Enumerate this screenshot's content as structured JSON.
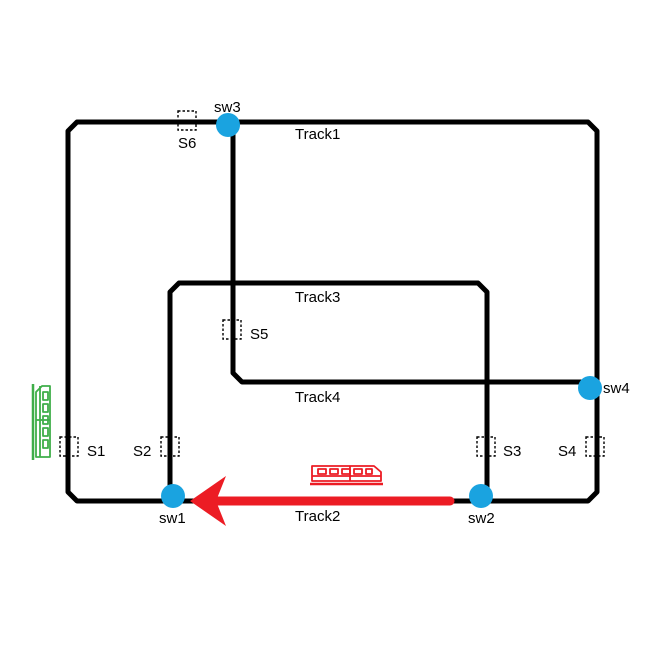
{
  "colors": {
    "track": "#000000",
    "switch": "#1aa3e0",
    "route_arrow": "#ec1c24",
    "train_active": "#ec1c24",
    "train_parked": "#3fae49"
  },
  "tracks": {
    "track1": "Track1",
    "track2": "Track2",
    "track3": "Track3",
    "track4": "Track4"
  },
  "switches": {
    "sw1": "sw1",
    "sw2": "sw2",
    "sw3": "sw3",
    "sw4": "sw4"
  },
  "sensors": {
    "s1": "S1",
    "s2": "S2",
    "s3": "S3",
    "s4": "S4",
    "s5": "S5",
    "s6": "S6"
  },
  "icons": {
    "active_train": "red-train-icon",
    "parked_train": "green-train-icon",
    "route_arrow": "left-arrow"
  }
}
